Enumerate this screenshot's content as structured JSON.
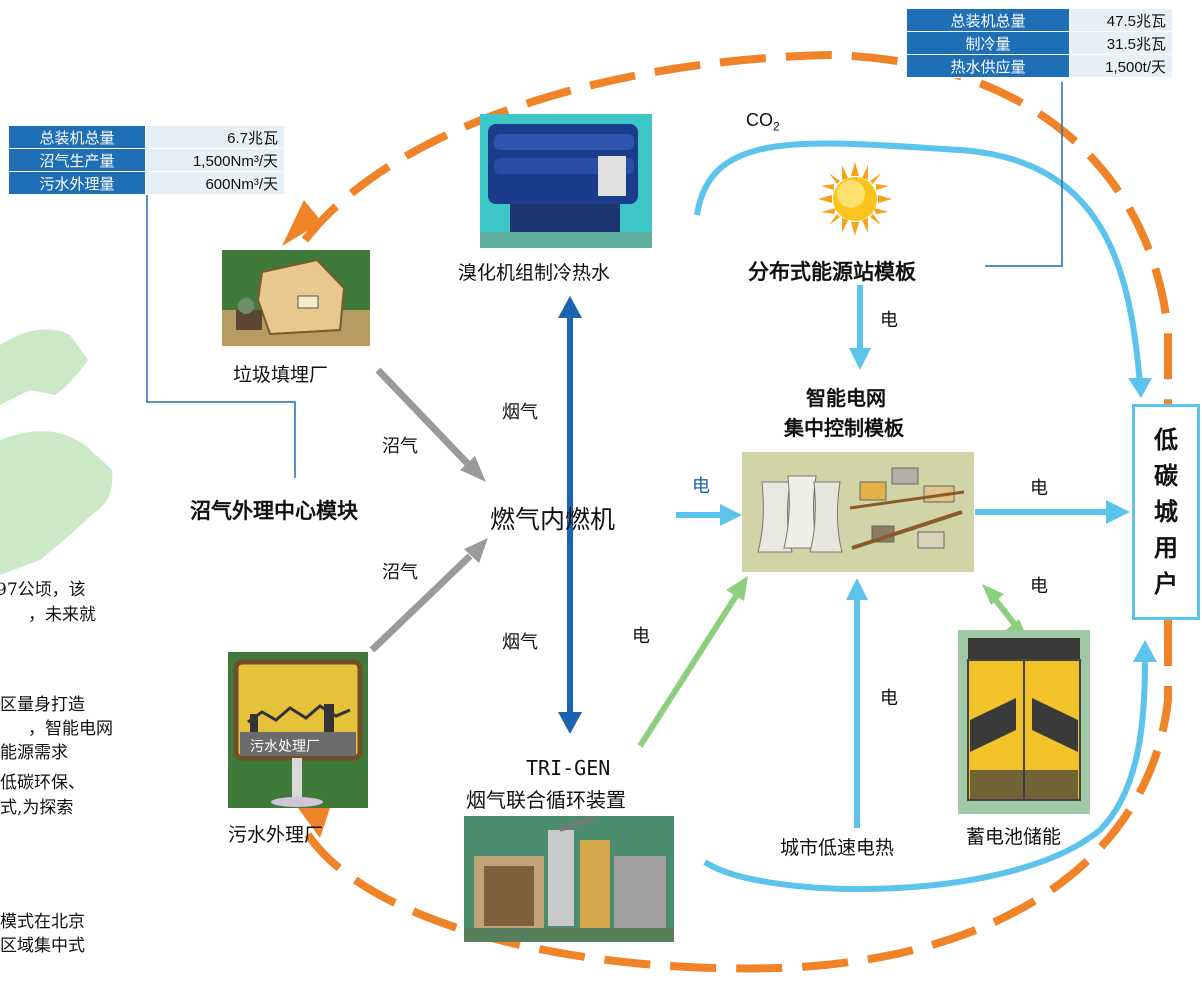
{
  "top_right_table": [
    {
      "label": "总装机总量",
      "value": "47.5兆瓦"
    },
    {
      "label": "制冷量",
      "value": "31.5兆瓦"
    },
    {
      "label": "热水供应量",
      "value": "1,500t/天"
    }
  ],
  "top_left_table": [
    {
      "label": "总装机总量",
      "value": "6.7兆瓦"
    },
    {
      "label": "沼气生产量",
      "value": "1,500Nm³/天"
    },
    {
      "label": "污水外理量",
      "value": "600Nm³/天"
    }
  ],
  "nodes": {
    "landfill": "垃圾填埋厂",
    "biogas_center": "沼气外理中心模块",
    "sewage_plant": "污水外理厂",
    "engine": "燃气内燃机",
    "chiller": "溴化机组制冷热水",
    "distributed_station": "分布式能源站模板",
    "smart_grid_line1": "智能电网",
    "smart_grid_line2": "集中控制模板",
    "trigen_line1": "TRI-GEN",
    "trigen_line2": "烟气联合循环装置",
    "city_heat": "城市低速电热",
    "battery": "蓄电池储能",
    "user": [
      "低",
      "碳",
      "城",
      "用",
      "户"
    ]
  },
  "edge_labels": {
    "co2": "CO",
    "co2_sub": "2",
    "elec": "电",
    "biogas": "沼气",
    "fluegas": "烟气"
  },
  "images": {
    "landfill_sign": "",
    "sewage_sign": "污水处理厂"
  },
  "left_paragraphs": [
    "97公顷，该",
    "，未来就",
    "区量身打造",
    "，智能电网",
    "能源需求",
    "低碳环保、",
    "式,为探索",
    "模式在北京",
    "区域集中式"
  ],
  "colors": {
    "orange": "#f08228",
    "light_blue": "#5bc3ec",
    "dark_blue": "#1a63b0",
    "gray": "#9a9a9a",
    "green": "#8ccf7e",
    "table_blue": "#1f6fb6"
  }
}
